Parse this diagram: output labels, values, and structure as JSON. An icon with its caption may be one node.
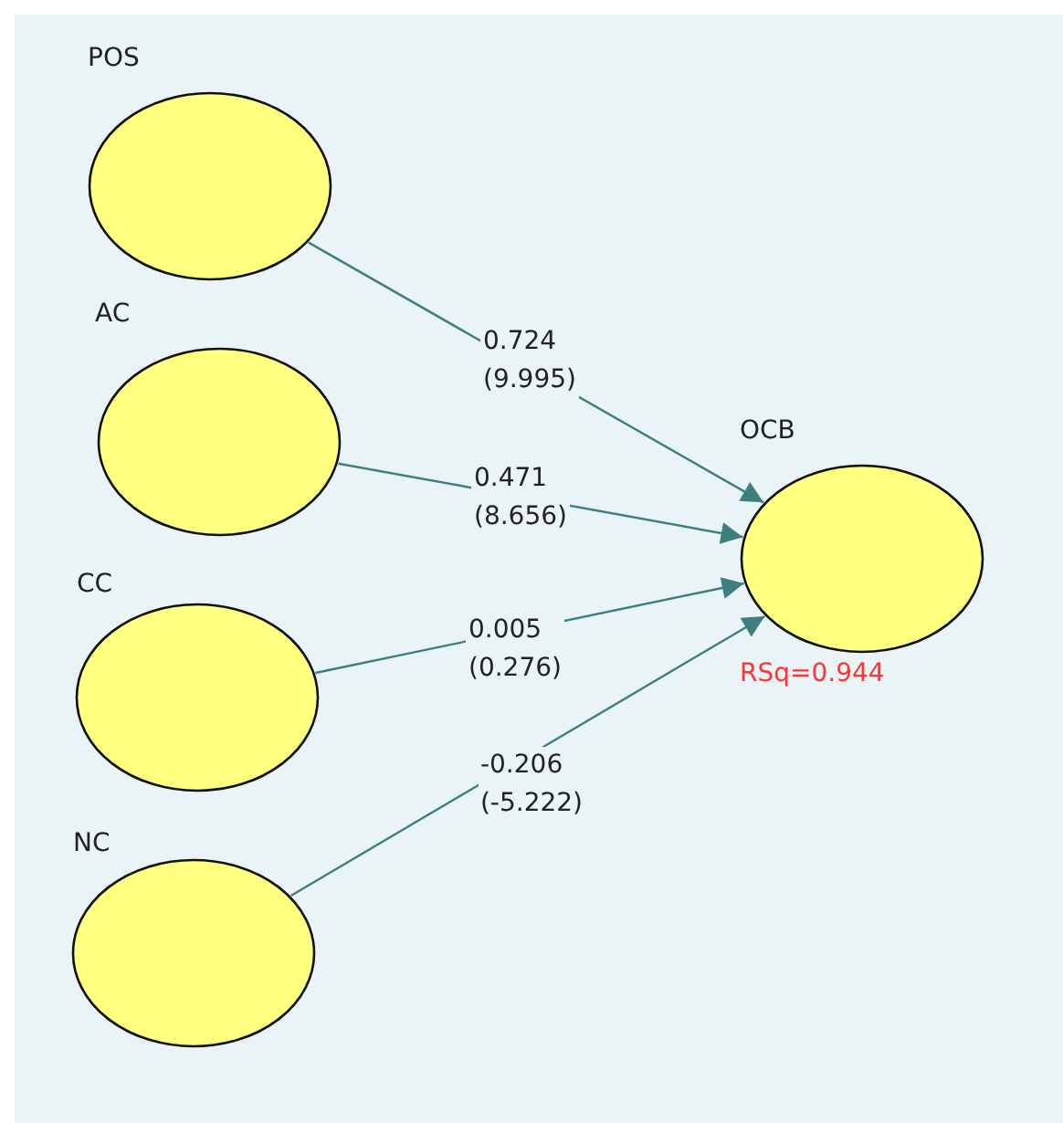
{
  "diagram": {
    "nodes": [
      {
        "text": [
          "POS"
        ]
      },
      {
        "text": [
          "AC"
        ]
      },
      {
        "text": [
          "CC"
        ]
      },
      {
        "text": [
          "NC"
        ]
      },
      {
        "text": [
          "OCB"
        ],
        "beside": [
          "RSq=0.944"
        ]
      }
    ],
    "edges": [
      {
        "from": 0,
        "to": 4,
        "arrow": "to",
        "label": "0.724 (9.995)"
      },
      {
        "from": 1,
        "to": 4,
        "arrow": "to",
        "label": "0.471 (8.656)"
      },
      {
        "from": 2,
        "to": 4,
        "arrow": "to",
        "label": "0.005 (0.276)"
      },
      {
        "from": 3,
        "to": 4,
        "arrow": "to",
        "label": "-0.206 (-5.222)"
      }
    ]
  }
}
